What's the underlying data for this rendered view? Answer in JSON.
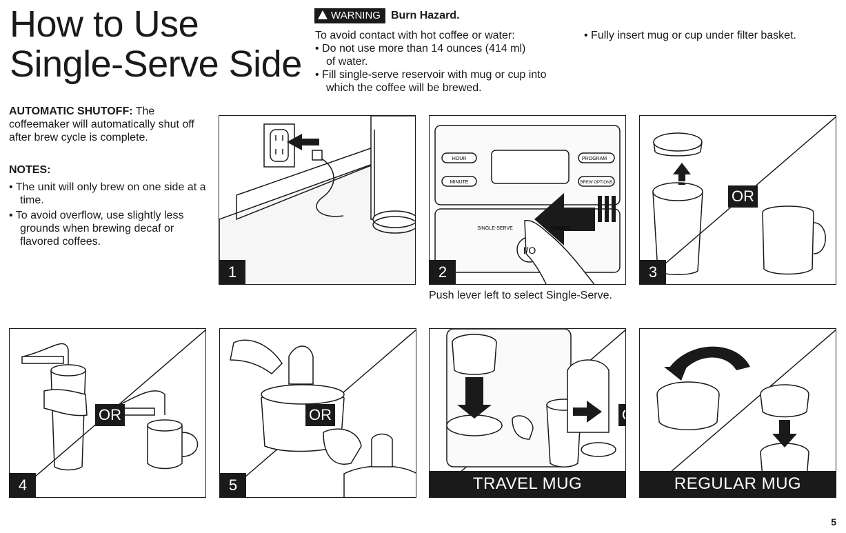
{
  "title_line1": "How to Use",
  "title_line2": "Single-Serve Side",
  "warning": {
    "badge": "WARNING",
    "heading": "Burn Hazard.",
    "intro": "To avoid contact with hot coffee or water:",
    "bullets": [
      "Do not use more than 14 ounces (414 ml) of water.",
      "Fill single-serve reservoir with mug or cup into which the coffee will be brewed."
    ],
    "right_bullets": [
      "Fully insert mug or cup under filter basket."
    ]
  },
  "shutoff": {
    "label": "AUTOMATIC SHUTOFF:",
    "text": "The coffeemaker will automatically shut off after brew cycle is complete."
  },
  "notes": {
    "heading": "NOTES:",
    "items": [
      "The unit will only brew on one side at a time.",
      "To avoid overflow, use slightly less grounds when brewing decaf or flavored coffees."
    ]
  },
  "panels": {
    "p1": {
      "num": "1"
    },
    "p2": {
      "num": "2",
      "caption": "Push lever left to select Single-Serve.",
      "buttons": {
        "hour": "HOUR",
        "minute": "MINUTE",
        "program": "PROGRAM",
        "brew_options": "BREW OPTIONS",
        "single_serve": "SINGLE-SERVE",
        "carafe": "CARAFE",
        "power": "I/O"
      }
    },
    "p3": {
      "num": "3",
      "or": "OR"
    },
    "p4": {
      "num": "4",
      "or": "OR"
    },
    "p5": {
      "num": "5",
      "or": "OR"
    },
    "p6": {
      "or": "OR",
      "banner": "TRAVEL MUG"
    },
    "p7": {
      "banner": "REGULAR MUG"
    }
  },
  "page_number": "5"
}
